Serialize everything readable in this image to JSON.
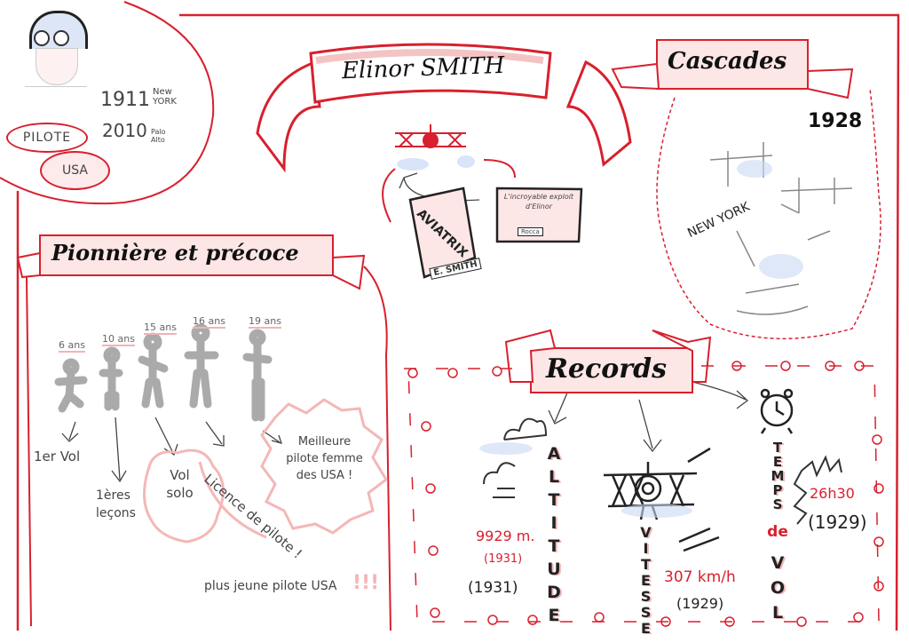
{
  "title": "Elinor SMITH",
  "profile": {
    "born_year": "1911",
    "born_place": "New YORK",
    "died_year": "2010",
    "died_place": "Palo Alto",
    "tags": [
      "PILOTE",
      "USA"
    ]
  },
  "books": [
    {
      "title": "AVIATRIX",
      "author": "E. SMITH"
    },
    {
      "title": "L'incroyable exploit d'Elinor",
      "author": "Rocca"
    }
  ],
  "cascades": {
    "heading": "Cascades",
    "year": "1928",
    "city": "NEW YORK"
  },
  "pioneer": {
    "heading": "Pionnière et précoce",
    "milestones": [
      {
        "age": "6 ans",
        "caption": "1er Vol"
      },
      {
        "age": "10 ans",
        "caption": "1ères leçons"
      },
      {
        "age": "15 ans",
        "caption": "Vol solo"
      },
      {
        "age": "16 ans",
        "caption": "Licence de pilote !"
      },
      {
        "age": "19 ans",
        "caption": "Meilleure pilote femme des USA !"
      }
    ],
    "note": "plus jeune pilote USA",
    "note_mark": "!!!"
  },
  "records": {
    "heading": "Records",
    "altitude": {
      "label": "ALTITUDE",
      "value": "9929 m.",
      "year_red": "(1931)",
      "year": "(1931)"
    },
    "speed": {
      "label": "VITESSE",
      "value": "307 km/h",
      "year": "(1929)"
    },
    "duration": {
      "label_top": "TEMPS",
      "label_mid": "de",
      "label_bottom": "VOL",
      "value": "26h30",
      "year": "(1929)"
    }
  },
  "colors": {
    "accent": "#d8202e",
    "banner_fill": "#fde6e6",
    "shadow_blue": "#c9d8f5"
  }
}
